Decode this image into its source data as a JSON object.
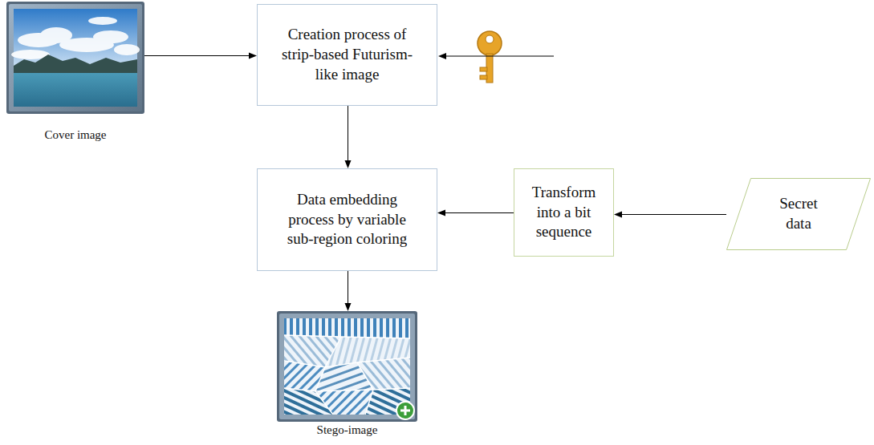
{
  "diagram": {
    "nodes": [
      {
        "text": [
          "Cover image"
        ]
      },
      {
        "text": [
          "Creation process of strip-based Futurism-like image"
        ]
      },
      {
        "text": [
          "Data embedding process by variable sub-region coloring"
        ]
      },
      {
        "text": [
          "Transform into a bit sequence"
        ]
      },
      {
        "text": [
          "Secret data"
        ]
      },
      {
        "text": [
          "Stego-image"
        ]
      }
    ],
    "edges": [
      {
        "from": 0,
        "to": 1,
        "arrow": "to"
      },
      {
        "from": 1,
        "to": 2,
        "arrow": "to"
      },
      {
        "from": 4,
        "to": 3,
        "arrow": "to"
      },
      {
        "from": 3,
        "to": 2,
        "arrow": "to"
      },
      {
        "from": 2,
        "to": 5,
        "arrow": "to"
      }
    ]
  }
}
